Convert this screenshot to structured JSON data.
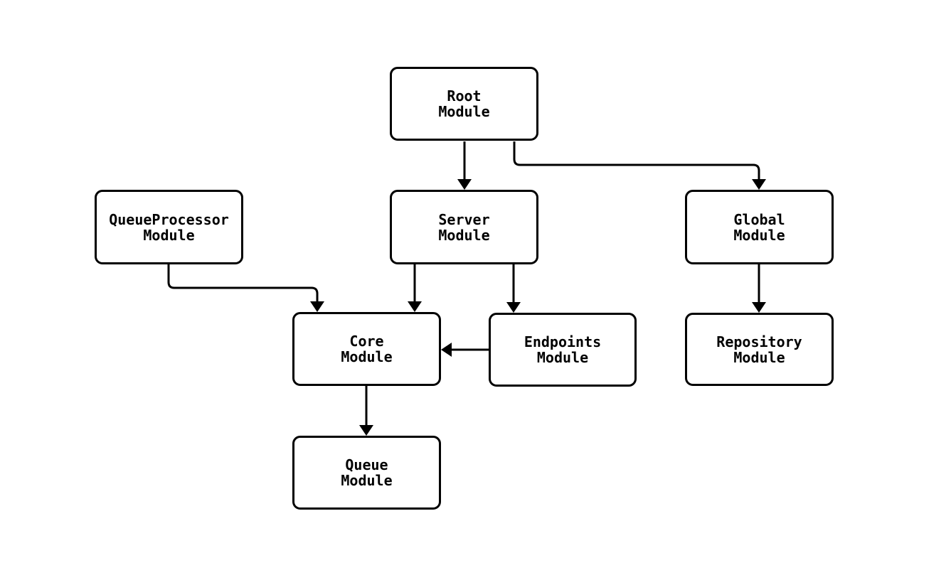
{
  "diagram": {
    "background_color": "#ffffff",
    "node_fill_color": "#ffffff",
    "stroke_color": "#000000",
    "text_color": "#000000",
    "nodes": [
      {
        "id": "root",
        "label": "Root\nModule"
      },
      {
        "id": "queueprocessor",
        "label": "QueueProcessor\nModule"
      },
      {
        "id": "server",
        "label": "Server\nModule"
      },
      {
        "id": "global",
        "label": "Global\nModule"
      },
      {
        "id": "core",
        "label": "Core\nModule"
      },
      {
        "id": "endpoints",
        "label": "Endpoints\nModule"
      },
      {
        "id": "repository",
        "label": "Repository\nModule"
      },
      {
        "id": "queue",
        "label": "Queue\nModule"
      }
    ],
    "edges": [
      {
        "from": "root",
        "to": "server"
      },
      {
        "from": "root",
        "to": "global"
      },
      {
        "from": "queueprocessor",
        "to": "core"
      },
      {
        "from": "server",
        "to": "core"
      },
      {
        "from": "server",
        "to": "endpoints"
      },
      {
        "from": "endpoints",
        "to": "core"
      },
      {
        "from": "global",
        "to": "repository"
      },
      {
        "from": "core",
        "to": "queue"
      }
    ]
  }
}
